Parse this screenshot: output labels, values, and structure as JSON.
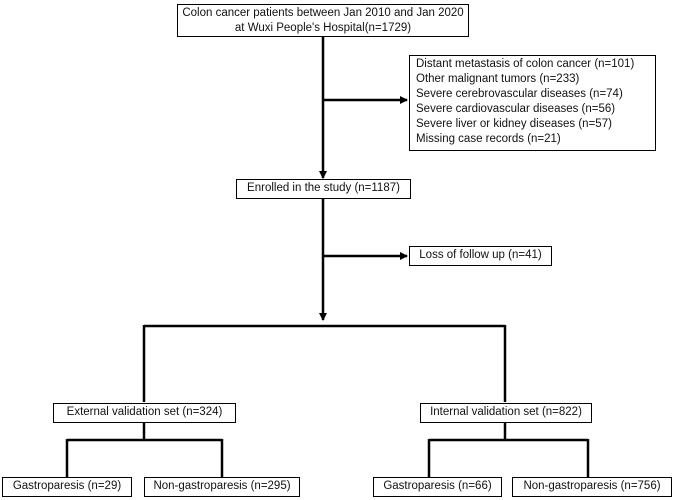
{
  "boxes": {
    "source": {
      "line1": "Colon cancer patients between Jan 2010 and Jan 2020",
      "line2": "at Wuxi People's Hospital(n=1729)"
    },
    "exclusions": {
      "items": [
        "Distant metastasis of colon cancer (n=101)",
        "Other malignant tumors (n=233)",
        "Severe cerebrovascular diseases (n=74)",
        "Severe cardiovascular diseases (n=56)",
        "Severe liver or kidney diseases (n=57)",
        "Missing case records (n=21)"
      ]
    },
    "enrolled": {
      "label": "Enrolled in the study (n=1187)"
    },
    "loss": {
      "label": "Loss of follow up (n=41)"
    },
    "external": {
      "label": "External validation set (n=324)"
    },
    "internal": {
      "label": "Internal validation set (n=822)"
    },
    "ext_gastro": {
      "label": "Gastroparesis (n=29)"
    },
    "ext_non": {
      "label": "Non-gastroparesis (n=295)"
    },
    "int_gastro": {
      "label": "Gastroparesis (n=66)"
    },
    "int_non": {
      "label": "Non-gastroparesis (n=756)"
    }
  },
  "colors": {
    "line": "#000000",
    "box_border": "#000000",
    "background": "#ffffff"
  }
}
